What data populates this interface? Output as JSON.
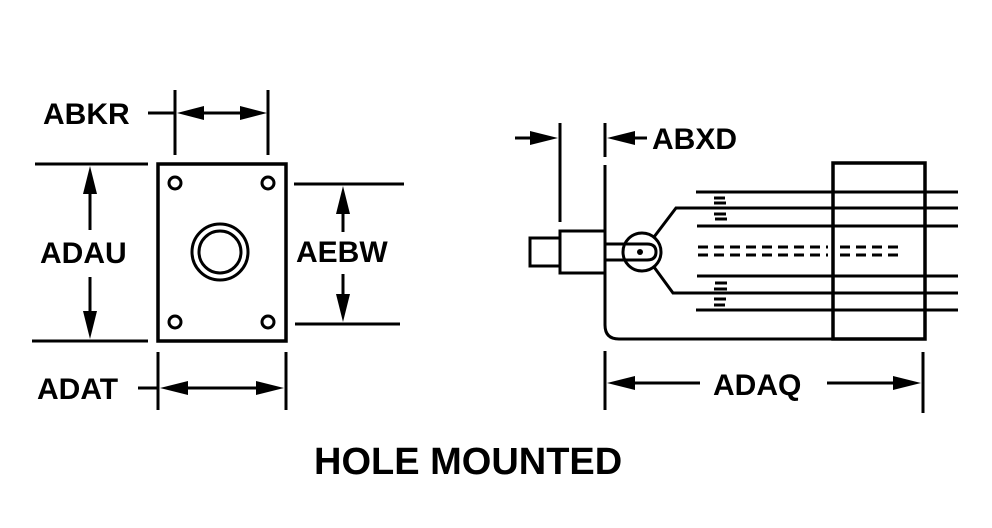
{
  "diagram": {
    "caption": "HOLE MOUNTED",
    "dimensions": {
      "abkr": "ABKR",
      "adau": "ADAU",
      "aebw": "AEBW",
      "adat": "ADAT",
      "abxd": "ABXD",
      "adaq": "ADAQ"
    },
    "views": [
      "front-view",
      "side-view"
    ],
    "colors": {
      "line": "#000000",
      "background": "#ffffff"
    }
  }
}
